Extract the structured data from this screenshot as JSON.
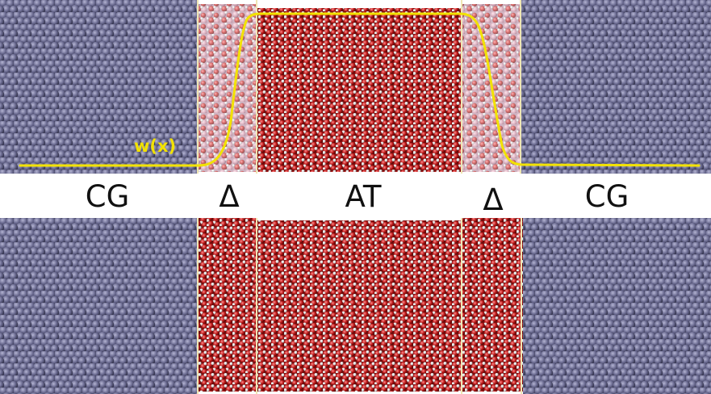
{
  "labels": {
    "left_region": "CG",
    "left_delta": "Δ",
    "center_region": "AT",
    "right_delta": "Δ",
    "right_region": "CG",
    "weight_function": "w(x)"
  },
  "colors": {
    "coarse_grained": "#5b5b80",
    "oxygen": "#b21414",
    "hydrogen": "#dcdcdc",
    "hybrid_tint": "#c98aa0",
    "weight_curve": "#f2e200",
    "boundary_line": "#efe6b4"
  },
  "panels": [
    {
      "name": "top-panel",
      "state": "hybrid"
    },
    {
      "name": "bottom-panel",
      "state": "resolved"
    }
  ]
}
